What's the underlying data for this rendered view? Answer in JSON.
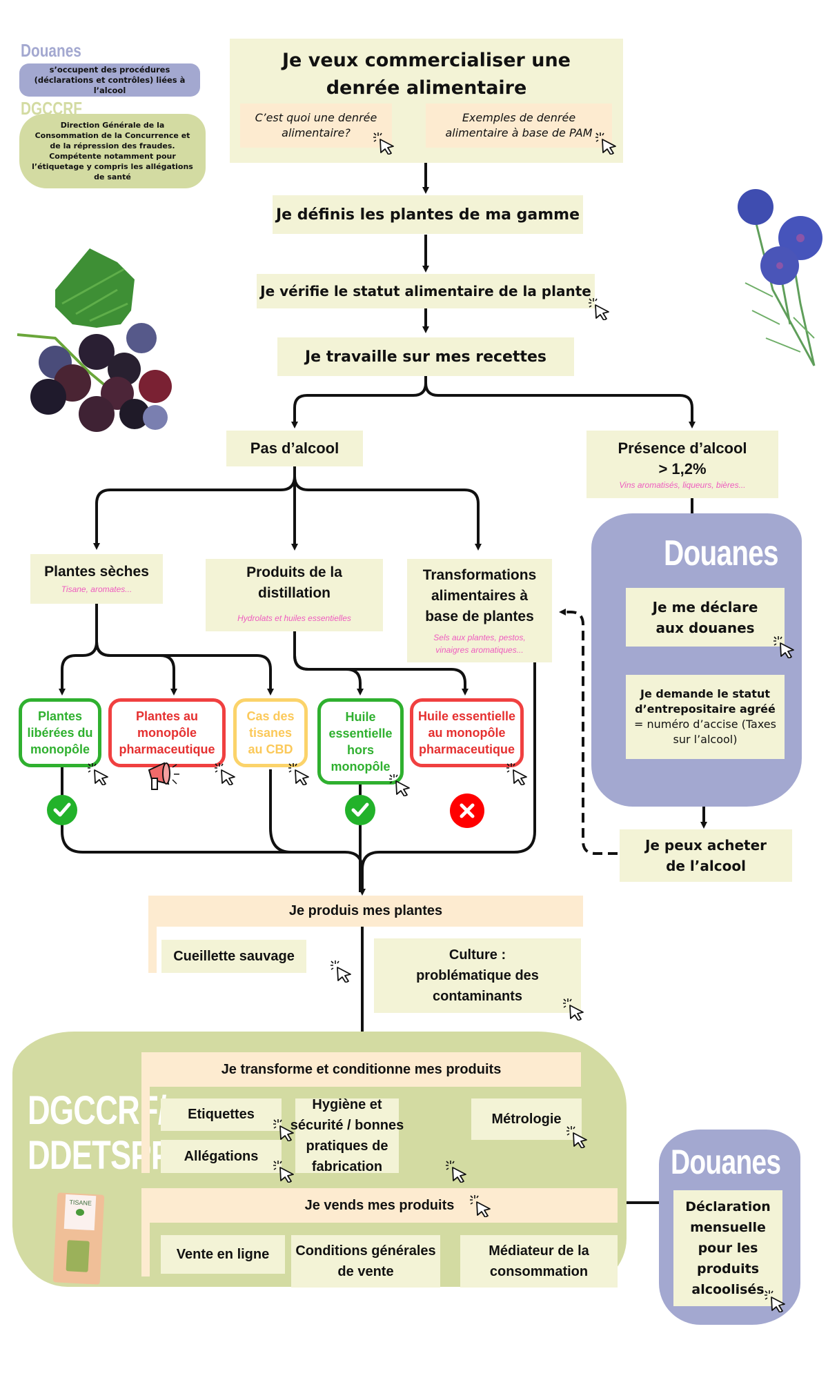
{
  "legend": {
    "douanes": {
      "title": "Douanes",
      "description": "s’occupent des procédures (déclarations et contrôles) liées à l’alcool"
    },
    "dgccrf": {
      "title": "DGCCRF",
      "description": "Direction Générale de la Consommation de la Concurrence et de la répression des fraudes. Compétente notamment pour l’étiquetage y compris les allégations de santé"
    }
  },
  "start": {
    "title": "Je veux commercialiser une denrée alimentaire",
    "links": [
      {
        "label": "C’est quoi une denrée alimentaire?"
      },
      {
        "label": "Exemples de denrée alimentaire à base de PAM"
      }
    ]
  },
  "steps": {
    "define": "Je définis les plantes de ma gamme",
    "verify": "Je vérifie le statut alimentaire de la plante",
    "recipes": "Je travaille sur mes recettes"
  },
  "branches": {
    "no_alcohol": {
      "label": "Pas d’alcool"
    },
    "alcohol": {
      "label": "Présence d’alcool",
      "threshold": "> 1,2%",
      "examples": "Vins aromatisés, liqueurs, bières..."
    }
  },
  "categories": [
    {
      "title": "Plantes sèches",
      "examples": "Tisane, aromates..."
    },
    {
      "title": "Produits de la distillation",
      "examples": "Hydrolats et huiles essentielles"
    },
    {
      "title": "Transformations alimentaires à base de plantes",
      "examples": "Sels aux plantes, pestos, vinaigres aromatiques..."
    }
  ],
  "statuses": [
    {
      "label": "Plantes libérées du monopôle",
      "color": "#2fb02f",
      "result": "check"
    },
    {
      "label": "Plantes au monopôle pharmaceutique",
      "color": "#e53030",
      "result": "warning"
    },
    {
      "label": "Cas des tisanes au CBD",
      "color": "#fbc95a",
      "result": "none"
    },
    {
      "label": "Huile essentielle hors monopôle",
      "color": "#2fb02f",
      "result": "check"
    },
    {
      "label": "Huile essentielle au monopôle pharmaceutique",
      "color": "#e53030",
      "result": "cross"
    }
  ],
  "douanes_panel": {
    "title": "Douanes",
    "declare": "Je me déclare aux douanes",
    "status_request_bold": "Je demande le statut d’entrepositaire agréé",
    "status_request_rest": "= numéro d’accise (Taxes sur l’alcool)",
    "buy_alcohol": "Je peux acheter de l’alcool"
  },
  "production": {
    "title": "Je produis mes plantes",
    "wild": "Cueillette sauvage",
    "culture": "Culture : problématique des contaminants"
  },
  "dgccrf_panel": {
    "title_line1": "DGCCRF/",
    "title_line2": "DDETSPP",
    "transform": {
      "title": "Je transforme et conditionne mes produits",
      "items": [
        "Etiquettes",
        "Allégations",
        "Hygiène et sécurité / bonnes pratiques de fabrication",
        "Métrologie"
      ]
    },
    "sell": {
      "title": "Je vends mes produits",
      "items": [
        "Vente en ligne",
        "Conditions générales de vente",
        "Médiateur de la consommation"
      ]
    },
    "package_label": "TISANE"
  },
  "douanes_final": {
    "title": "Douanes",
    "declaration": "Déclaration mensuelle pour les produits alcoolisés"
  },
  "colors": {
    "box_bg": "#f3f3d6",
    "peach": "#fdebd0",
    "douanes": "#a3a8d0",
    "dgccrf": "#d3dba2",
    "example_pink": "#ee5bbf",
    "green": "#2fb02f",
    "red": "#e53030",
    "yellow": "#fbc95a"
  }
}
